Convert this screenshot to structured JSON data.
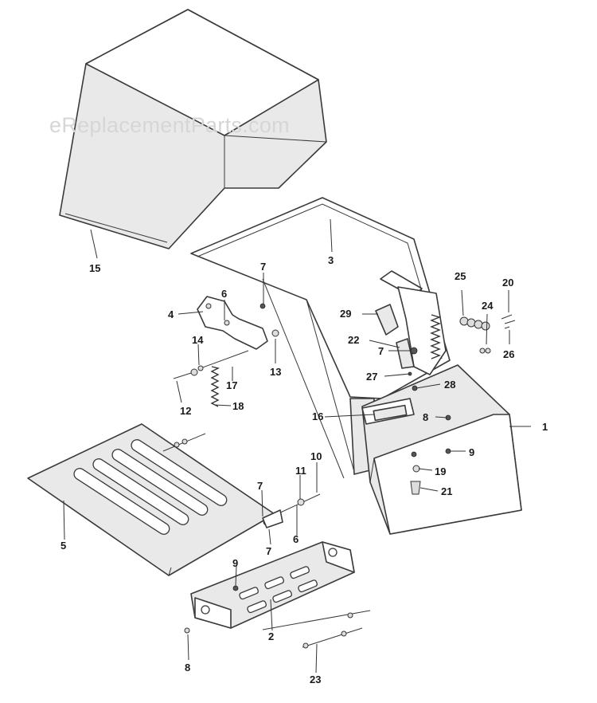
{
  "watermark": "eReplacementParts.com",
  "callouts": {
    "c1": "1",
    "c2": "2",
    "c3": "3",
    "c4": "4",
    "c5": "5",
    "c6a": "6",
    "c6b": "6",
    "c7a": "7",
    "c7b": "7",
    "c7c": "7",
    "c7d": "7",
    "c8a": "8",
    "c8b": "8",
    "c9a": "9",
    "c9b": "9",
    "c10": "10",
    "c11": "11",
    "c12": "12",
    "c13": "13",
    "c14": "14",
    "c15": "15",
    "c16": "16",
    "c17": "17",
    "c18": "18",
    "c19": "19",
    "c20": "20",
    "c21": "21",
    "c22": "22",
    "c23": "23",
    "c24": "24",
    "c25": "25",
    "c26": "26",
    "c27": "27",
    "c28": "28",
    "c29": "29"
  }
}
